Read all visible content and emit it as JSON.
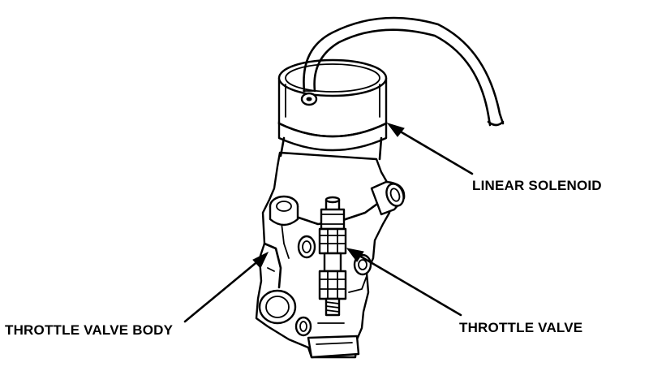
{
  "callouts": {
    "linear_solenoid": "LINEAR SOLENOID",
    "throttle_valve_body": "THROTTLE VALVE BODY",
    "throttle_valve": "THROTTLE VALVE"
  },
  "colors": {
    "ink": "#000000",
    "paper": "#ffffff"
  }
}
